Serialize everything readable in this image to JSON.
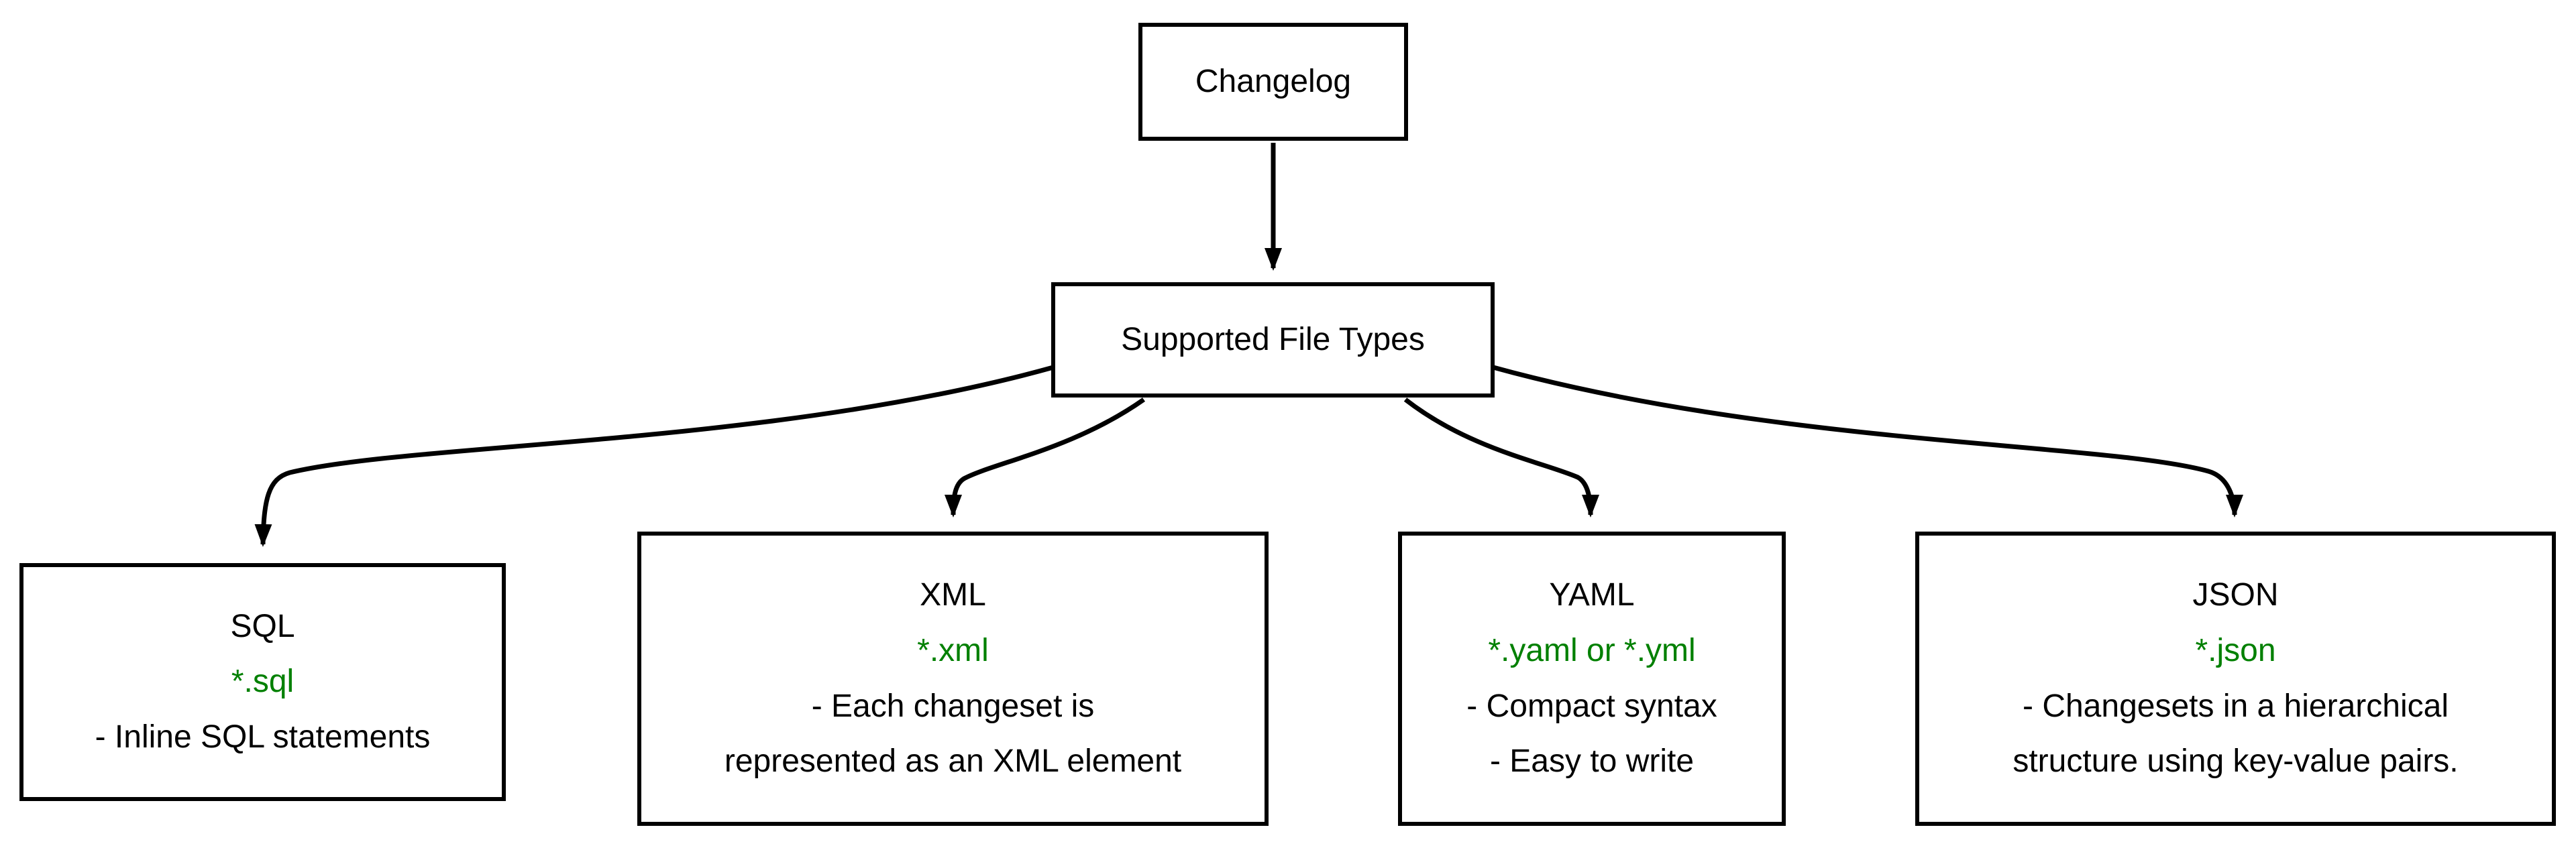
{
  "diagram": {
    "root_label": "Changelog",
    "hub_label": "Supported File Types",
    "colors": {
      "extension_green": "#008000",
      "line_black": "#000000",
      "box_background": "#ffffff"
    },
    "nodes": [
      {
        "title": "SQL",
        "ext": "*.sql",
        "lines": [
          "- Inline SQL statements"
        ]
      },
      {
        "title": "XML",
        "ext": "*.xml",
        "lines": [
          "- Each changeset is",
          "represented as an XML element"
        ]
      },
      {
        "title": "YAML",
        "ext": "*.yaml or *.yml",
        "lines": [
          "- Compact syntax",
          "- Easy to write"
        ]
      },
      {
        "title": "JSON",
        "ext": "*.json",
        "lines": [
          "- Changesets in a hierarchical",
          "structure using key-value pairs."
        ]
      }
    ]
  }
}
